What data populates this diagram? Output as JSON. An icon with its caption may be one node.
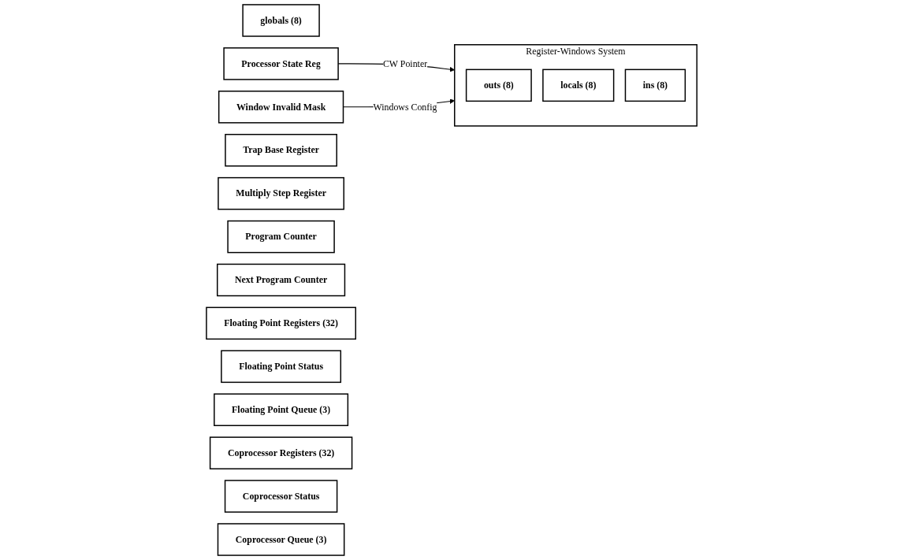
{
  "diagram": {
    "nodes": [
      {
        "text": [
          "Register-Windows System"
        ]
      },
      {
        "text": [
          "outs (8)"
        ],
        "in": 0
      },
      {
        "text": [
          "locals (8)"
        ],
        "in": 0
      },
      {
        "text": [
          "ins (8)"
        ],
        "in": 0
      },
      {
        "text": [
          "globals (8)"
        ]
      },
      {
        "text": [
          "Window Invalid Mask"
        ]
      },
      {
        "text": [
          "Processor State Reg"
        ]
      },
      {
        "text": [
          "Trap Base Register"
        ]
      },
      {
        "text": [
          "Multiply Step Register"
        ]
      },
      {
        "text": [
          "Program Counter"
        ]
      },
      {
        "text": [
          "Next Program Counter"
        ]
      },
      {
        "text": [
          "Floating Point Registers (32)"
        ]
      },
      {
        "text": [
          "Floating Point Status"
        ]
      },
      {
        "text": [
          "Floating Point Queue (3)"
        ]
      },
      {
        "text": [
          "Coprocessor Registers (32)"
        ]
      },
      {
        "text": [
          "Coprocessor Status"
        ]
      },
      {
        "text": [
          "Coprocessor Queue (3)"
        ]
      }
    ],
    "edges": [
      {
        "from": 6,
        "to": 0,
        "arrow": "to",
        "label": "CW Pointer"
      },
      {
        "from": 5,
        "to": 0,
        "arrow": "to",
        "label": "Windows Config"
      }
    ]
  }
}
